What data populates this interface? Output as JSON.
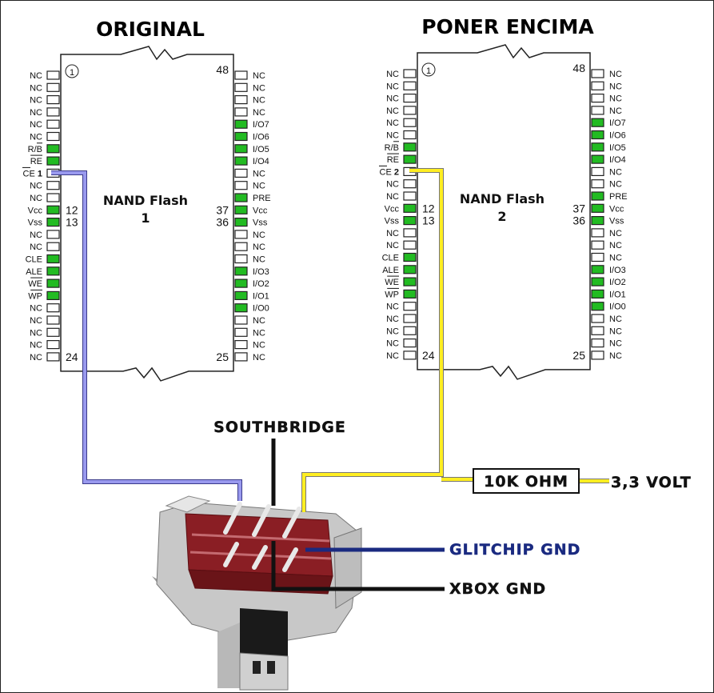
{
  "titles": {
    "left": "ORIGINAL",
    "right": "PONER ENCIMA"
  },
  "chips": [
    {
      "name": "NAND Flash",
      "number": "1",
      "ce_label": "CE",
      "ce_num": "1",
      "pin_numbers": {
        "first": "1",
        "p12": "12",
        "p13": "13",
        "p24": "24",
        "p25": "25",
        "p36": "36",
        "p37": "37",
        "p48": "48"
      },
      "left_pins": [
        "NC",
        "NC",
        "NC",
        "NC",
        "NC",
        "NC",
        "R/B",
        "RE",
        "",
        "NC",
        "NC",
        "Vcc",
        "Vss",
        "NC",
        "NC",
        "CLE",
        "ALE",
        "WE",
        "WP",
        "NC",
        "NC",
        "NC",
        "NC",
        "NC"
      ],
      "left_green": [
        false,
        false,
        false,
        false,
        false,
        false,
        true,
        true,
        false,
        false,
        false,
        true,
        true,
        false,
        false,
        true,
        true,
        true,
        true,
        false,
        false,
        false,
        false,
        false
      ],
      "right_pins": [
        "NC",
        "NC",
        "NC",
        "NC",
        "I/O7",
        "I/O6",
        "I/O5",
        "I/O4",
        "NC",
        "NC",
        "PRE",
        "Vcc",
        "Vss",
        "NC",
        "NC",
        "NC",
        "I/O3",
        "I/O2",
        "I/O1",
        "I/O0",
        "NC",
        "NC",
        "NC",
        "NC"
      ],
      "right_green": [
        false,
        false,
        false,
        false,
        true,
        true,
        true,
        true,
        false,
        false,
        true,
        true,
        true,
        false,
        false,
        false,
        true,
        true,
        true,
        true,
        false,
        false,
        false,
        false
      ]
    },
    {
      "name": "NAND Flash",
      "number": "2",
      "ce_label": "CE",
      "ce_num": "2",
      "pin_numbers": {
        "first": "1",
        "p12": "12",
        "p13": "13",
        "p24": "24",
        "p25": "25",
        "p36": "36",
        "p37": "37",
        "p48": "48"
      },
      "left_pins": [
        "NC",
        "NC",
        "NC",
        "NC",
        "NC",
        "NC",
        "R/B",
        "RE",
        "",
        "NC",
        "NC",
        "Vcc",
        "Vss",
        "NC",
        "NC",
        "CLE",
        "ALE",
        "WE",
        "WP",
        "NC",
        "NC",
        "NC",
        "NC",
        "NC"
      ],
      "left_green": [
        false,
        false,
        false,
        false,
        false,
        false,
        true,
        true,
        false,
        false,
        false,
        true,
        true,
        false,
        false,
        true,
        true,
        true,
        true,
        false,
        false,
        false,
        false,
        false
      ],
      "right_pins": [
        "NC",
        "NC",
        "NC",
        "NC",
        "I/O7",
        "I/O6",
        "I/O5",
        "I/O4",
        "NC",
        "NC",
        "PRE",
        "Vcc",
        "Vss",
        "NC",
        "NC",
        "NC",
        "I/O3",
        "I/O2",
        "I/O1",
        "I/O0",
        "NC",
        "NC",
        "NC",
        "NC"
      ],
      "right_green": [
        false,
        false,
        false,
        false,
        true,
        true,
        true,
        true,
        false,
        false,
        true,
        true,
        true,
        false,
        false,
        false,
        true,
        true,
        true,
        true,
        false,
        false,
        false,
        false
      ]
    }
  ],
  "labels": {
    "southbridge": "SOUTHBRIDGE",
    "resistor": "10K OHM",
    "volt": "3,3 VOLT",
    "glitchip_gnd": "GLITCHIP GND",
    "xbox_gnd": "XBOX GND"
  },
  "colors": {
    "pin_green": "#22bb22",
    "wire_purple": "#9999ee",
    "wire_yellow": "#ffee22",
    "wire_blue": "#1a2a80",
    "wire_black": "#111111",
    "label_blue": "#1a2a80",
    "switch_red": "#8a1e24"
  }
}
